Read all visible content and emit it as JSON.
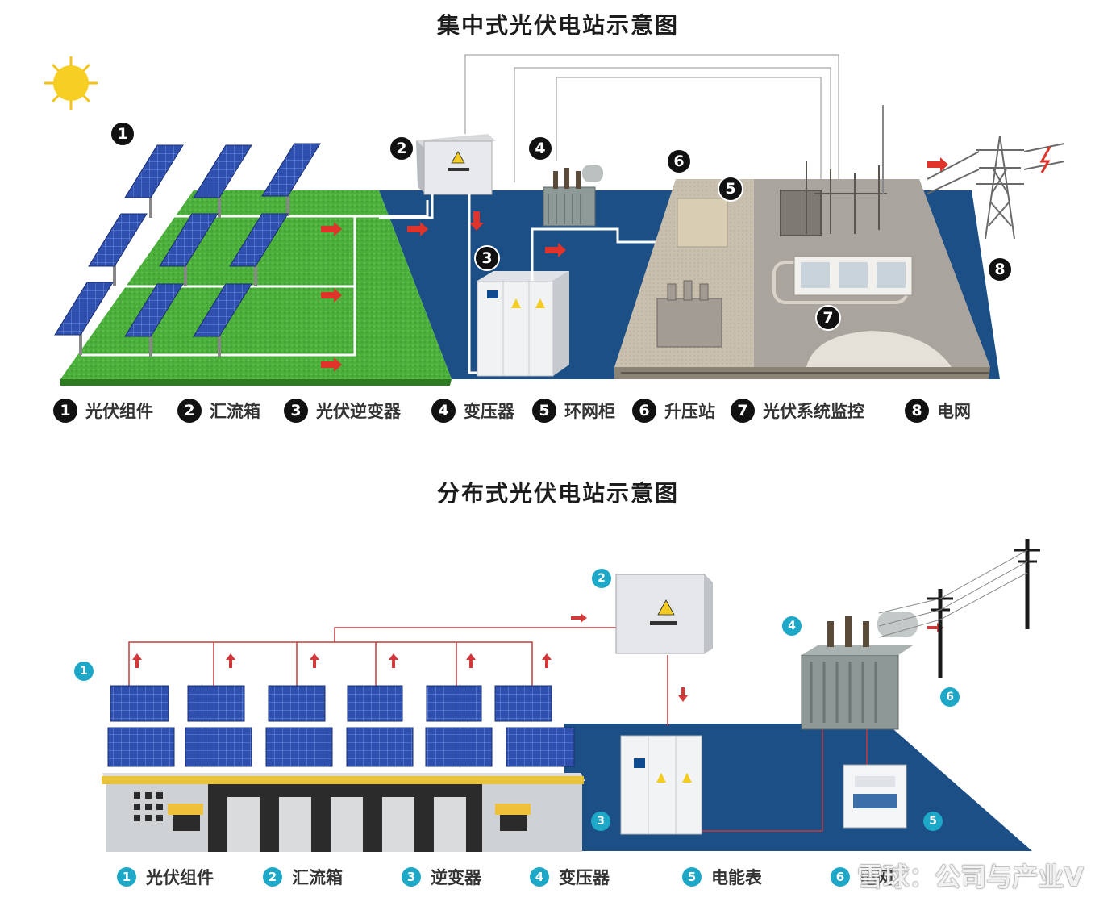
{
  "top": {
    "title": "集中式光伏电站示意图",
    "legend": [
      {
        "num": "1",
        "label": "光伏组件"
      },
      {
        "num": "2",
        "label": "汇流箱"
      },
      {
        "num": "3",
        "label": "光伏逆变器"
      },
      {
        "num": "4",
        "label": "变压器"
      },
      {
        "num": "5",
        "label": "环网柜"
      },
      {
        "num": "6",
        "label": "升压站"
      },
      {
        "num": "7",
        "label": "光伏系统监控"
      },
      {
        "num": "8",
        "label": "电网"
      }
    ]
  },
  "bottom": {
    "title": "分布式光伏电站示意图",
    "legend": [
      {
        "num": "1",
        "label": "光伏组件"
      },
      {
        "num": "2",
        "label": "汇流箱"
      },
      {
        "num": "3",
        "label": "逆变器"
      },
      {
        "num": "4",
        "label": "变压器"
      },
      {
        "num": "5",
        "label": "电能表"
      },
      {
        "num": "6",
        "label": "电网"
      }
    ]
  },
  "watermark": "雪球：公司与产业V",
  "colors": {
    "grass": "#4caf3c",
    "ground_blue": "#1c4f86",
    "panel_blue": "#2f4fae",
    "badge_top": "#111111",
    "badge_bottom": "#1ea8c8",
    "arrow_red": "#e0332a"
  }
}
